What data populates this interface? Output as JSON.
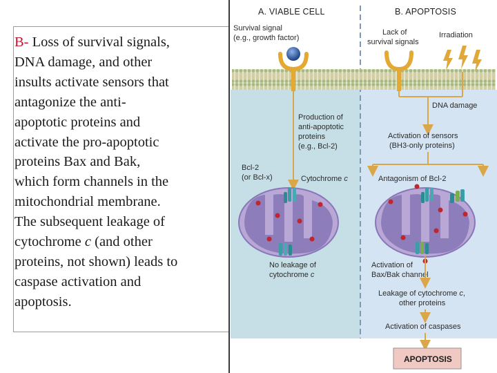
{
  "description": {
    "lead": "B-",
    "lines": [
      " Loss of survival signals,",
      "DNA damage, and other",
      "insults activate sensors that",
      " antagonize the anti-",
      "apoptotic proteins and",
      "activate the pro-apoptotic",
      "proteins Bax and Bak,",
      "which form channels in the",
      "mitochondrial membrane.",
      "The subsequent leakage of",
      "cytochrome ",
      "proteins, not shown) leads to",
      "caspase activation and",
      "apoptosis."
    ],
    "cyto_italic": "c",
    "cyto_tail": " (and other"
  },
  "diagram": {
    "panel_a_title": "A. VIABLE CELL",
    "panel_b_title": "B. APOPTOSIS",
    "survival_signal_1": "Survival signal",
    "survival_signal_2": "(e.g., growth factor)",
    "lack_of_1": "Lack of",
    "lack_of_2": "survival signals",
    "irradiation": "Irradiation",
    "dna_damage": "DNA damage",
    "production_1": "Production of",
    "production_2": "anti-apoptotic",
    "production_3": "proteins",
    "production_4": "(e.g., Bcl-2)",
    "activation_sensors_1": "Activation of sensors",
    "activation_sensors_2": "(BH3-only proteins)",
    "bcl2_1": "Bcl-2",
    "bcl2_2": "(or Bcl-x)",
    "cytochrome_c_label": "Cytochrome ",
    "cytochrome_c_italic": "c",
    "antagonism": "Antagonism of Bcl-2",
    "no_leakage_1": "No leakage of",
    "no_leakage_2": "cytochrome ",
    "no_leakage_italic": "c",
    "activation_bax_1": "Activation of",
    "activation_bax_2": "Bax/Bak channel",
    "leakage_1": "Leakage of cytochrome ",
    "leakage_italic": "c",
    "leakage_comma": ",",
    "leakage_2": "other proteins",
    "activation_caspases": "Activation of caspases",
    "apoptosis_box": "APOPTOSIS"
  },
  "colors": {
    "panel_a_bg": "#c6dfe6",
    "panel_b_bg": "#d4e4f2",
    "membrane": "#b9c59a",
    "arrow": "#d9a64a",
    "mito_outer": "#b9a8d6",
    "mito_inner": "#7f6fb0",
    "receptor": "#e3a933",
    "growth_factor": "#2f5fa8",
    "cytochrome": "#c0262d",
    "apoptosis_box": "#f1c9c3"
  }
}
